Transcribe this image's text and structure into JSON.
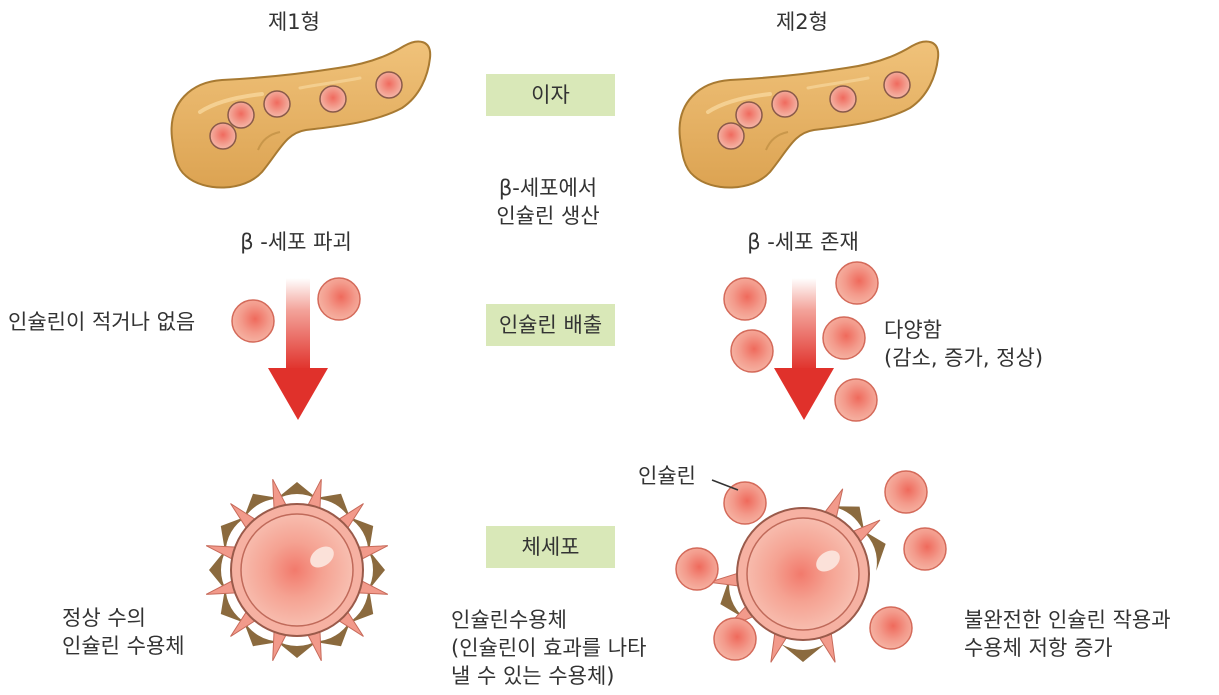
{
  "type1": {
    "title": "제1형",
    "beta_cell": "β -세포 파괴",
    "insulin_amount": "인슐린이 적거나 없음",
    "receptor": "정상 수의\n인슐린 수용체"
  },
  "type2": {
    "title": "제2형",
    "beta_cell": "β -세포 존재",
    "insulin_amount": "다양함\n(감소, 증가, 정상)",
    "insulin_label": "인슐린",
    "receptor": "불완전한 인슐린 작용과\n수용체 저항 증가"
  },
  "middle": {
    "pancreas": "이자",
    "beta_production": "β-세포에서\n인슐린 생산",
    "insulin_secretion": "인슐린 배출",
    "body_cell": "체세포",
    "receptor_desc": "인슐린수용체\n(인슐린이 효과를 나타\n낼 수 있는 수용체)"
  },
  "colors": {
    "pancreas_fill": "#e9b662",
    "pancreas_stroke": "#a87a32",
    "islet_fill": "#f4a99a",
    "cell_fill": "#f6b1a2",
    "arrow_red": "#e0312b",
    "label_box": "#d9e8b8",
    "receptor_olive": "#8b6a3e"
  }
}
